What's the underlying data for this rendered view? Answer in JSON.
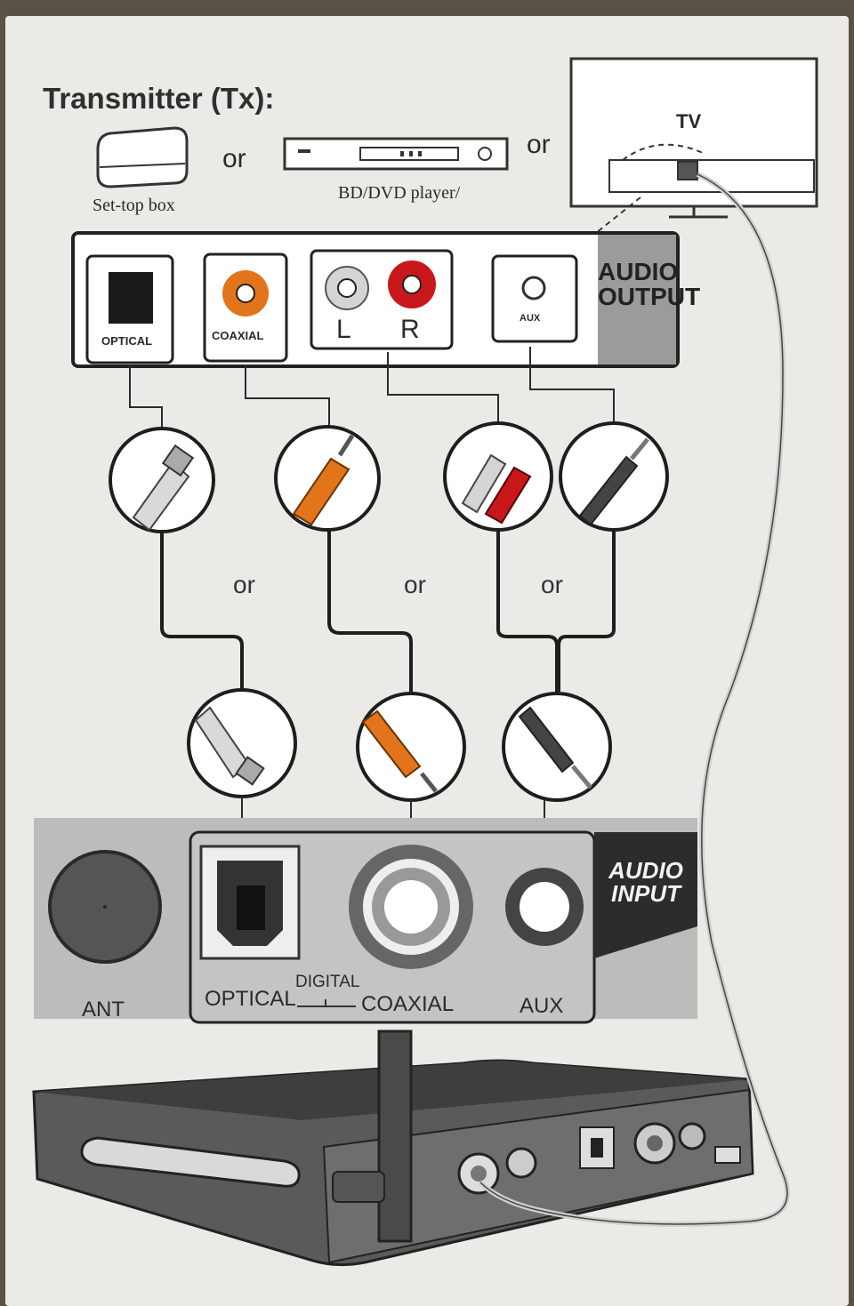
{
  "title": "Transmitter (Tx):",
  "sources": {
    "settop_label": "Set-top box",
    "or": "or",
    "dvd_label": "BD/DVD player/",
    "tv_label": "TV"
  },
  "output_panel": {
    "optical": "OPTICAL",
    "coaxial": "COAXIAL",
    "left": "L",
    "right": "R",
    "aux": "AUX",
    "section_line1": "AUDIO",
    "section_line2": "OUTPUT"
  },
  "cable_or": "or",
  "input_panel": {
    "ant": "ANT",
    "optical": "OPTICAL",
    "digital": "DIGITAL",
    "coaxial": "COAXIAL",
    "aux": "AUX",
    "section_line1": "AUDIO",
    "section_line2": "INPUT"
  },
  "colors": {
    "page": "#ebeae6",
    "line": "#2b2b2b",
    "coax_orange": "#e2741c",
    "rca_red": "#c8181c",
    "rca_white": "#d4d4d4",
    "panel_gray": "#b6b6b4",
    "label_gray": "#9b9b9b"
  }
}
